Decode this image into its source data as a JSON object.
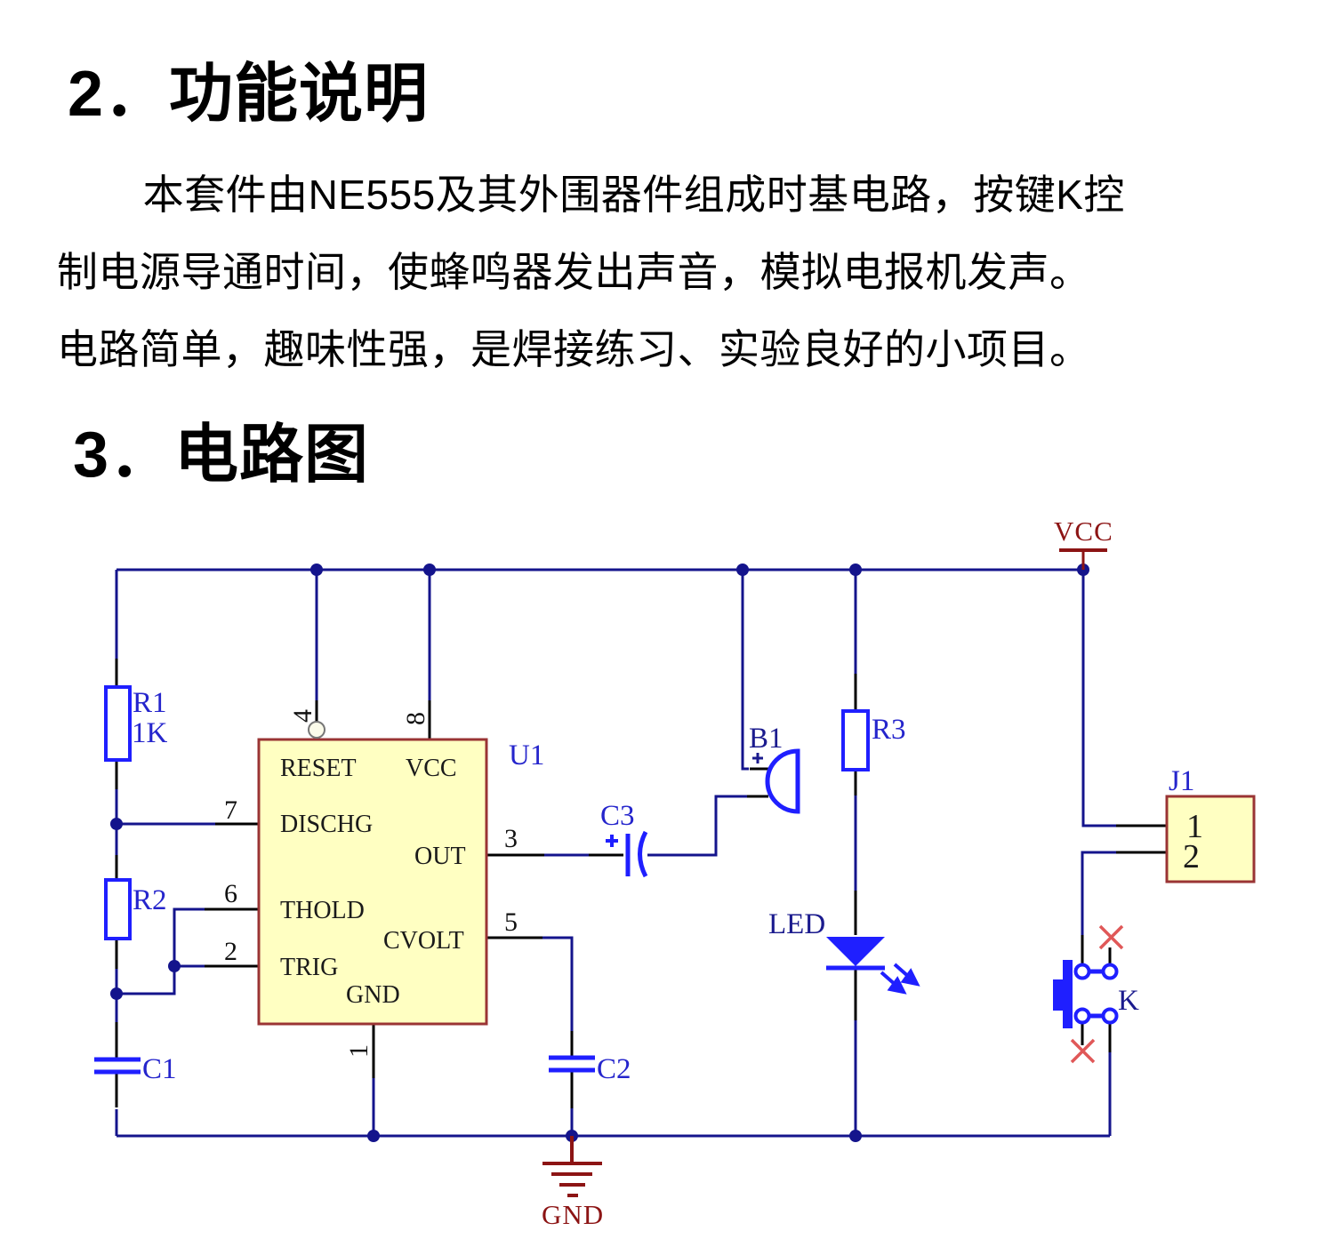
{
  "sections": {
    "function": {
      "heading": "2．功能说明",
      "lines": [
        "本套件由NE555及其外围器件组成时基电路，按键K控",
        "制电源导通时间，使蜂鸣器发出声音，模拟电报机发声。",
        "电路简单，趣味性强，是焊接练习、实验良好的小项目。"
      ]
    },
    "circuit": {
      "heading": "3．电路图"
    }
  },
  "schematic": {
    "colors": {
      "wire": "#14148c",
      "component": "#1f1fff",
      "ic_fill": "#ffffc2",
      "ic_border": "#9a3434",
      "power": "#8c1414",
      "unused_mark": "#e05858"
    },
    "power": {
      "vcc": "VCC",
      "gnd": "GND"
    },
    "u1": {
      "des": "U1",
      "pins": {
        "reset": "RESET",
        "vcc": "VCC",
        "dischg": "DISCHG",
        "out": "OUT",
        "thold": "THOLD",
        "cvolt": "CVOLT",
        "trig": "TRIG",
        "gnd": "GND"
      },
      "nums": {
        "p4": "4",
        "p8": "8",
        "p7": "7",
        "p3": "3",
        "p6": "6",
        "p5": "5",
        "p2": "2",
        "p1": "1"
      }
    },
    "r1": {
      "des": "R1",
      "value": "1K"
    },
    "r2": {
      "des": "R2"
    },
    "r3": {
      "des": "R3"
    },
    "c1": {
      "des": "C1"
    },
    "c2": {
      "des": "C2"
    },
    "c3": {
      "des": "C3"
    },
    "b1": {
      "des": "B1"
    },
    "led": {
      "des": "LED"
    },
    "j1": {
      "des": "J1",
      "pins": [
        "1",
        "2"
      ]
    },
    "k": {
      "des": "K"
    }
  }
}
